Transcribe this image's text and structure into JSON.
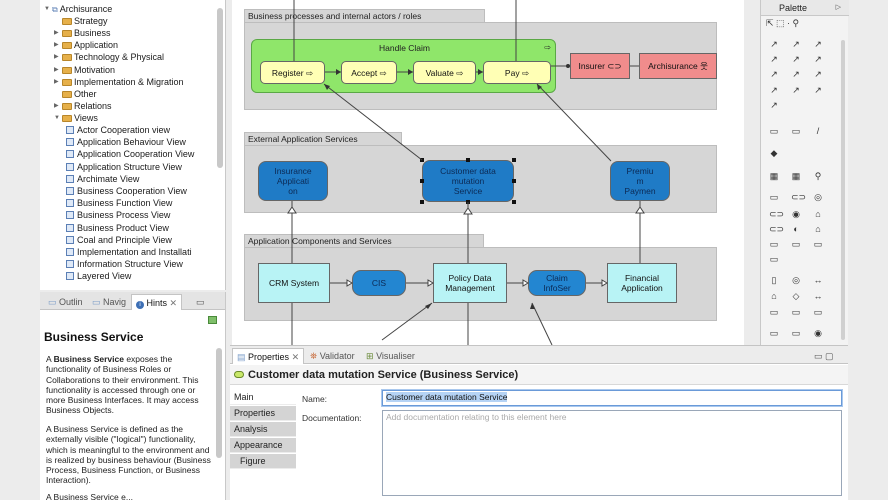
{
  "tree": {
    "root": "Archisurance",
    "folders": [
      "Strategy",
      "Business",
      "Application",
      "Technology & Physical",
      "Motivation",
      "Implementation & Migration",
      "Other",
      "Relations",
      "Views"
    ],
    "views": [
      "Actor Cooperation view",
      "Application Behaviour View",
      "Application Cooperation View",
      "Application Structure View",
      "Archimate View",
      "Business Cooperation View",
      "Business Function View",
      "Business Process View",
      "Business Product View",
      "Coal and Principle View",
      "Implementation and Installati",
      "Information Structure View",
      "Layered View"
    ]
  },
  "hints": {
    "tabs": [
      "Outlin",
      "Navig",
      "Hints"
    ],
    "title": "Business Service",
    "p1_pre": "A ",
    "p1_bold": "Business Service",
    "p1_post": " exposes the functionality of Business Roles or Collaborations to their environment. This functionality is accessed through one or more Business Interfaces. It may access Business Objects.",
    "p2": "A Business Service is defined as the externally visible (\"logical\") functionality, which is meaningful to the environment and is realized by business behaviour (Business Process, Business Function, or Business Interaction).",
    "p3": "A Business Service e..."
  },
  "diagram": {
    "groups": {
      "g1": "Business processes and internal actors / roles",
      "g2": "External Application Services",
      "g3": "Application Components and Services"
    },
    "handle_claim": "Handle Claim",
    "processes": [
      "Register",
      "Accept",
      "Valuate",
      "Pay"
    ],
    "insurer": "Insurer",
    "archisurance": "Archisurance",
    "services": [
      "Insurance Applicati on",
      "Customer data mutation Service",
      "Premiu m Paymen"
    ],
    "components": [
      "CRM System",
      "Policy Data Management",
      "Financial Application"
    ],
    "interfaces": [
      "CIS",
      "Claim InfoSer"
    ]
  },
  "palette": {
    "title": "Palette"
  },
  "properties": {
    "tabs": [
      "Properties",
      "Validator",
      "Visualiser"
    ],
    "header": "Customer data mutation Service (Business Service)",
    "side_tabs": [
      "Main",
      "Properties",
      "Analysis",
      "Appearance",
      "Figure"
    ],
    "name_label": "Name:",
    "name_value": "Customer data mutation Service",
    "doc_label": "Documentation:",
    "doc_placeholder": "Add documentation relating to this element here"
  },
  "colors": {
    "accent_green": "#8fe66a",
    "actor_red": "#f08c8c",
    "service_blue": "#1f7bc6",
    "component_cyan": "#b8f3f5"
  }
}
